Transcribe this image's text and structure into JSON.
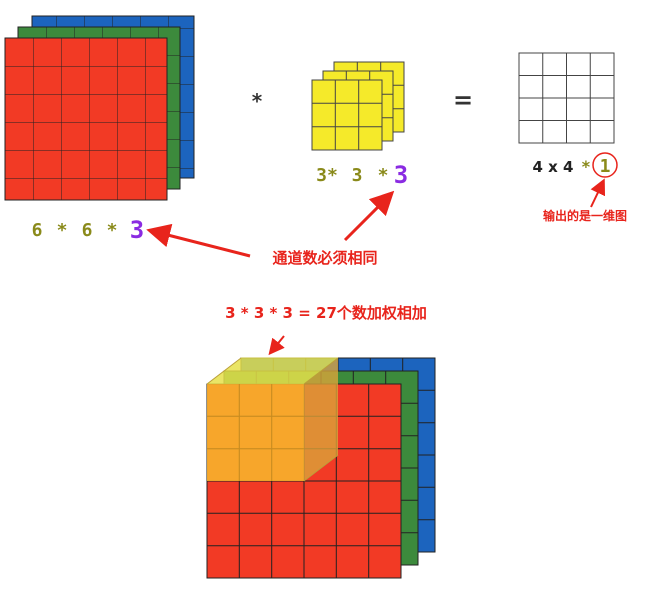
{
  "top_row": {
    "input_dims": {
      "a": "6",
      "op1": "*",
      "b": "6",
      "op2": "*",
      "c": "3"
    },
    "conv_operator": "*",
    "kernel_dims": {
      "a": "3*",
      "b": "3",
      "op": "*",
      "c": "3"
    },
    "equals": "=",
    "output_dims": {
      "prefix": "4 x 4",
      "op": "*",
      "c": "1"
    }
  },
  "annotations": {
    "channels_must_match": "通道数必须相同",
    "output_is_2d": "输出的是一维图",
    "weighted_sum": "3 * 3 * 3 = 27个数加权相加"
  },
  "colors": {
    "red_channel": "#f23a25",
    "green_channel": "#3c8a3c",
    "blue_channel": "#1c64be",
    "kernel_yellow": "#f5ea2a",
    "overlay_orange": "#f7b52c",
    "dim_olive": "#8a8a1a",
    "dim_purple": "#8a2be2",
    "annotation_red": "#e8241c"
  }
}
